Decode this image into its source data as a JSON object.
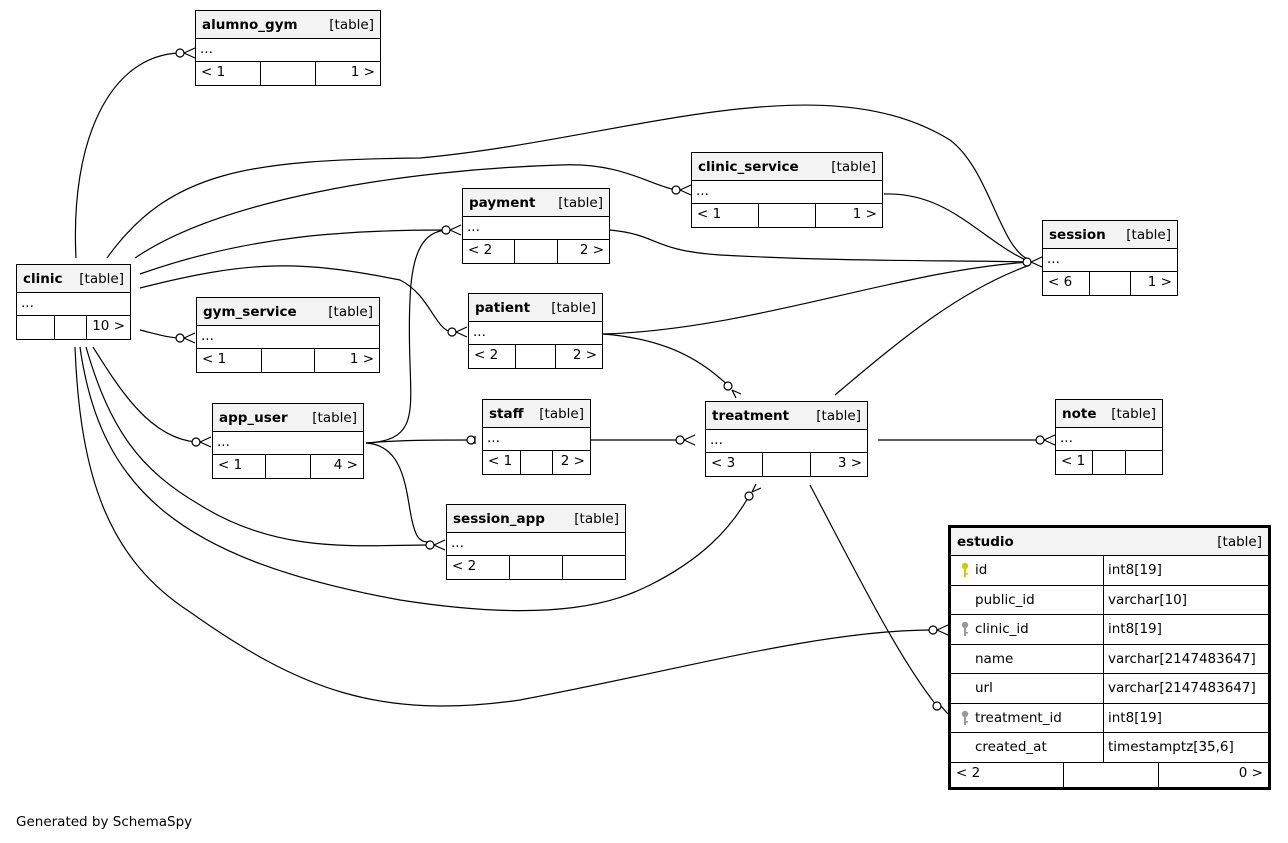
{
  "tables": {
    "alumno_gym": {
      "name": "alumno_gym",
      "type": "[table]",
      "cols": "...",
      "parents": "< 1",
      "mid": "",
      "children": "1 >"
    },
    "clinic_service": {
      "name": "clinic_service",
      "type": "[table]",
      "cols": "...",
      "parents": "< 1",
      "mid": "",
      "children": "1 >"
    },
    "payment": {
      "name": "payment",
      "type": "[table]",
      "cols": "...",
      "parents": "< 2",
      "mid": "",
      "children": "2 >"
    },
    "session": {
      "name": "session",
      "type": "[table]",
      "cols": "...",
      "parents": "< 6",
      "mid": "",
      "children": "1 >"
    },
    "clinic": {
      "name": "clinic",
      "type": "[table]",
      "cols": "...",
      "parents": "",
      "mid": "",
      "children": "10 >"
    },
    "gym_service": {
      "name": "gym_service",
      "type": "[table]",
      "cols": "...",
      "parents": "< 1",
      "mid": "",
      "children": "1 >"
    },
    "patient": {
      "name": "patient",
      "type": "[table]",
      "cols": "...",
      "parents": "< 2",
      "mid": "",
      "children": "2 >"
    },
    "app_user": {
      "name": "app_user",
      "type": "[table]",
      "cols": "...",
      "parents": "< 1",
      "mid": "",
      "children": "4 >"
    },
    "staff": {
      "name": "staff",
      "type": "[table]",
      "cols": "...",
      "parents": "< 1",
      "mid": "",
      "children": "2 >"
    },
    "treatment": {
      "name": "treatment",
      "type": "[table]",
      "cols": "...",
      "parents": "< 3",
      "mid": "",
      "children": "3 >"
    },
    "note": {
      "name": "note",
      "type": "[table]",
      "cols": "...",
      "parents": "< 1",
      "mid": "",
      "children": ""
    },
    "session_app": {
      "name": "session_app",
      "type": "[table]",
      "cols": "...",
      "parents": "< 2",
      "mid": "",
      "children": ""
    }
  },
  "estudio": {
    "name": "estudio",
    "type": "[table]",
    "columns": [
      {
        "name": "id",
        "type": "int8[19]",
        "key": "primary"
      },
      {
        "name": "public_id",
        "type": "varchar[10]",
        "key": ""
      },
      {
        "name": "clinic_id",
        "type": "int8[19]",
        "key": "foreign"
      },
      {
        "name": "name",
        "type": "varchar[2147483647]",
        "key": ""
      },
      {
        "name": "url",
        "type": "varchar[2147483647]",
        "key": ""
      },
      {
        "name": "treatment_id",
        "type": "int8[19]",
        "key": "foreign"
      },
      {
        "name": "created_at",
        "type": "timestamptz[35,6]",
        "key": ""
      }
    ],
    "parents": "< 2",
    "children": "0 >"
  },
  "colors": {
    "primary_key": "#d8c800",
    "foreign_key": "#9a9a9a",
    "header_bg": "#f3f3f3"
  },
  "footer": {
    "credit": "Generated by SchemaSpy"
  }
}
